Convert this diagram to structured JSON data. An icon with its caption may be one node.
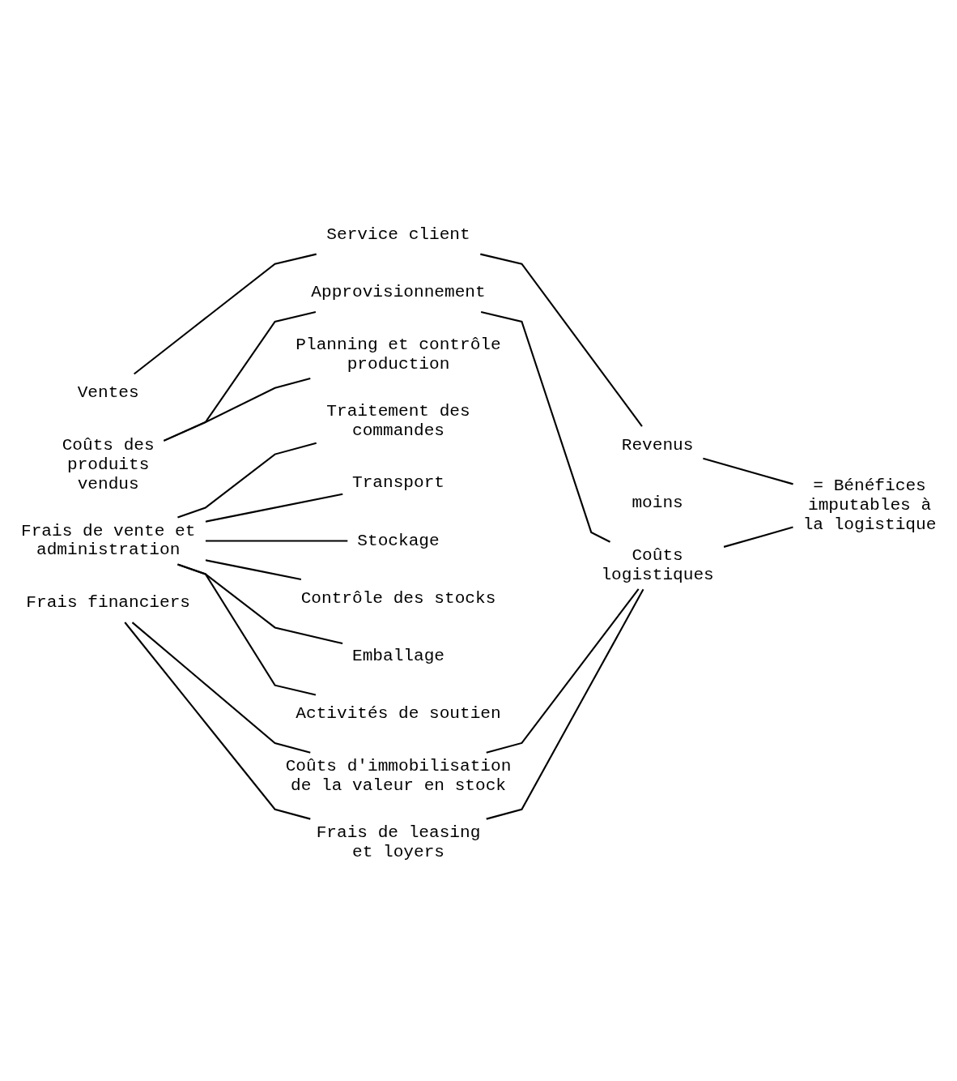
{
  "diagram": {
    "nodes": [
      {
        "text": [
          "Ventes"
        ]
      },
      {
        "text": [
          "Service client"
        ]
      },
      {
        "text": [
          "Revenus"
        ]
      },
      {
        "text": [
          "= Bénéfices imputables à la logistique"
        ]
      },
      {
        "text": [
          "Coûts des produits vendus"
        ]
      },
      {
        "text": [
          "Approvisionnement"
        ]
      },
      {
        "text": [
          "Planning et contrôle production"
        ]
      },
      {
        "text": [
          "Frais de vente et administration"
        ]
      },
      {
        "text": [
          "Traitement des commandes"
        ]
      },
      {
        "text": [
          "Transport"
        ]
      },
      {
        "text": [
          "Stockage"
        ]
      },
      {
        "text": [
          "Contrôle des stocks"
        ]
      },
      {
        "text": [
          "Emballage"
        ]
      },
      {
        "text": [
          "Activités de soutien"
        ]
      },
      {
        "text": [
          "Frais financiers"
        ]
      },
      {
        "text": [
          "Coûts d'immobilisation de la valeur en stock"
        ]
      },
      {
        "text": [
          "Frais de leasing et loyers"
        ]
      },
      {
        "text": [
          "Coûts logistiques"
        ]
      }
    ],
    "edges": [
      {
        "from": 0,
        "to": 1,
        "arrow": "none"
      },
      {
        "from": 1,
        "to": 2,
        "arrow": "none"
      },
      {
        "from": 2,
        "to": 3,
        "arrow": "none"
      },
      {
        "from": 17,
        "to": 3,
        "arrow": "none"
      },
      {
        "from": 4,
        "to": 5,
        "arrow": "none"
      },
      {
        "from": 4,
        "to": 6,
        "arrow": "none"
      },
      {
        "from": 7,
        "to": 8,
        "arrow": "none"
      },
      {
        "from": 7,
        "to": 9,
        "arrow": "none"
      },
      {
        "from": 7,
        "to": 10,
        "arrow": "none"
      },
      {
        "from": 7,
        "to": 11,
        "arrow": "none"
      },
      {
        "from": 7,
        "to": 12,
        "arrow": "none"
      },
      {
        "from": 7,
        "to": 13,
        "arrow": "none"
      },
      {
        "from": 14,
        "to": 15,
        "arrow": "none"
      },
      {
        "from": 14,
        "to": 16,
        "arrow": "none"
      },
      {
        "from": 5,
        "to": 17,
        "arrow": "none"
      },
      {
        "from": 15,
        "to": 17,
        "arrow": "none"
      },
      {
        "from": 16,
        "to": 17,
        "arrow": "none"
      }
    ],
    "labels": [
      "moins"
    ]
  }
}
